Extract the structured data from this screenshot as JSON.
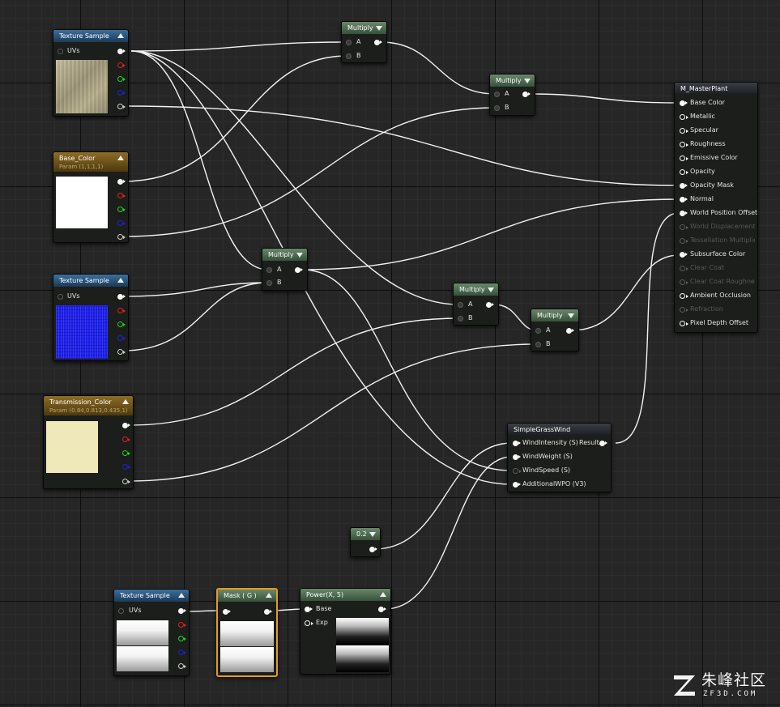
{
  "nodes": {
    "tex1": {
      "title": "Texture Sample",
      "uvs": "UVs"
    },
    "base_color": {
      "title": "Base_Color",
      "param": "Param (1,1,1,1)"
    },
    "tex2": {
      "title": "Texture Sample",
      "uvs": "UVs"
    },
    "transmission": {
      "title": "Transmission_Color",
      "param": "Param (0.84,0.813,0.435,1)"
    },
    "tex3": {
      "title": "Texture Sample",
      "uvs": "UVs"
    },
    "mul1": {
      "title": "Multiply",
      "a": "A",
      "b": "B"
    },
    "mul2": {
      "title": "Multiply",
      "a": "A",
      "b": "B"
    },
    "mul3": {
      "title": "Multiply",
      "a": "A",
      "b": "B"
    },
    "mul4": {
      "title": "Multiply",
      "a": "A",
      "b": "B"
    },
    "mul5": {
      "title": "Multiply",
      "a": "A",
      "b": "B"
    },
    "const": {
      "title": "0.2"
    },
    "mask": {
      "title": "Mask ( G )"
    },
    "power": {
      "title": "Power(X, 5)",
      "base": "Base",
      "exp": "Exp"
    },
    "wind": {
      "title": "SimpleGrassWind",
      "inputs": [
        "WindIntensity (S)",
        "WindWeight (S)",
        "WindSpeed (S)",
        "AdditionalWPO (V3)"
      ],
      "output": "Result"
    },
    "master": {
      "title": "M_MasterPlant",
      "pins": [
        "Base Color",
        "Metallic",
        "Specular",
        "Roughness",
        "Emissive Color",
        "Opacity",
        "Opacity Mask",
        "Normal",
        "World Position Offset",
        "World Displacement",
        "Tessellation Multiplier",
        "Subsurface Color",
        "Clear Coat",
        "Clear Coat Roughness",
        "Ambient Occlusion",
        "Refraction",
        "Pixel Depth Offset"
      ]
    }
  },
  "watermark": {
    "cn": "朱峰社区",
    "en": "ZF3D.COM"
  },
  "colors": {
    "texture_header": "#2d5a84",
    "param_header": "#7a5c1c",
    "math_header": "#55745a",
    "selected_outline": "#e79a22",
    "base_color_value": "#ffffff",
    "transmission_value": "#efe8b8"
  }
}
